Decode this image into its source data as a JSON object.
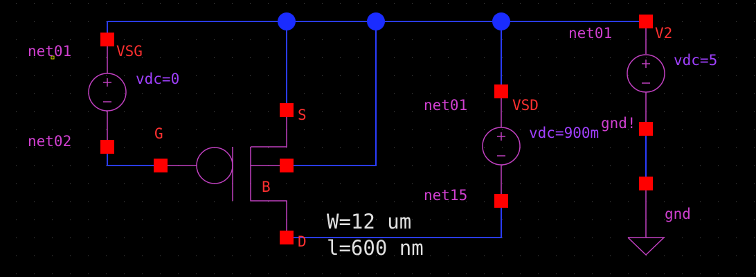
{
  "colors": {
    "background": "#000000",
    "wire": "#2a3cff",
    "junction": "#1a2cff",
    "pin": "#ff0000",
    "symbol": "#c040c0",
    "net_label": "#d040d0",
    "inst_label": "#ff3030",
    "param_text": "#a040ff",
    "size_text": "#e0e0e0",
    "grid": "#555555"
  },
  "net_labels": {
    "vsg_top": "net01",
    "vsg_bottom": "net02",
    "vsd_top": "net01",
    "vsd_bottom": "net15",
    "v2_top": "net01",
    "v2_bottom": "gnd!",
    "gnd": "gnd"
  },
  "instances": {
    "vsg": {
      "name": "VSG",
      "param": "vdc=0"
    },
    "vsd": {
      "name": "VSD",
      "param": "vdc=900m"
    },
    "v2": {
      "name": "V2",
      "param": "vdc=5"
    }
  },
  "mosfet": {
    "pin_g": "G",
    "pin_s": "S",
    "pin_b": "B",
    "pin_d": "D",
    "width": "W=12 um",
    "length": "l=600 nm"
  }
}
